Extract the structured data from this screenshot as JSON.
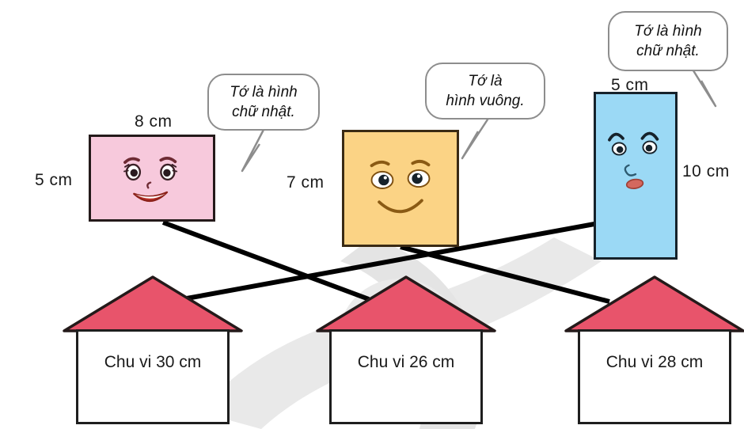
{
  "shapes": [
    {
      "id": "pink-rectangle",
      "kind": "rectangle",
      "fill": "#F7C9DC",
      "width_label": "8 cm",
      "height_label": "5 cm",
      "speech": "Tớ là hình chữ nhật.",
      "face": "happy-female-face"
    },
    {
      "id": "yellow-square",
      "kind": "square",
      "fill": "#FBD385",
      "side_label": "7 cm",
      "speech": "Tớ là hình vuông.",
      "face": "smiling-face"
    },
    {
      "id": "blue-rectangle",
      "kind": "rectangle",
      "fill": "#9BD9F5",
      "width_label": "5 cm",
      "height_label": "10 cm",
      "speech": "Tớ là hình chữ nhật.",
      "face": "smirking-face"
    }
  ],
  "speech_bubbles": {
    "bubble_1": {
      "line_1": "Tớ là hình",
      "line_2": "chữ nhật."
    },
    "bubble_2": {
      "line_1": "Tớ là",
      "line_2": "hình vuông."
    },
    "bubble_3": {
      "line_1": "Tớ là hình",
      "line_2": "chữ nhật."
    }
  },
  "houses": [
    {
      "id": "house-1",
      "label": "Chu vi 30 cm",
      "value": 30,
      "unit": "cm"
    },
    {
      "id": "house-2",
      "label": "Chu vi 26 cm",
      "value": 26,
      "unit": "cm"
    },
    {
      "id": "house-3",
      "label": "Chu vi 28 cm",
      "value": 28,
      "unit": "cm"
    }
  ],
  "connections": [
    {
      "from": "pink-rectangle",
      "to": "house-2"
    },
    {
      "from": "yellow-square",
      "to": "house-3"
    },
    {
      "from": "blue-rectangle",
      "to": "house-1"
    }
  ],
  "colors": {
    "pink_fill": "#F7C9DC",
    "yellow_fill": "#FBD385",
    "blue_fill": "#9BD9F5",
    "roof_red": "#E8546B",
    "outline": "#1e1e1e",
    "bubble_outline": "#8d8d8d",
    "watermark_gray": "#E6E6E6"
  }
}
